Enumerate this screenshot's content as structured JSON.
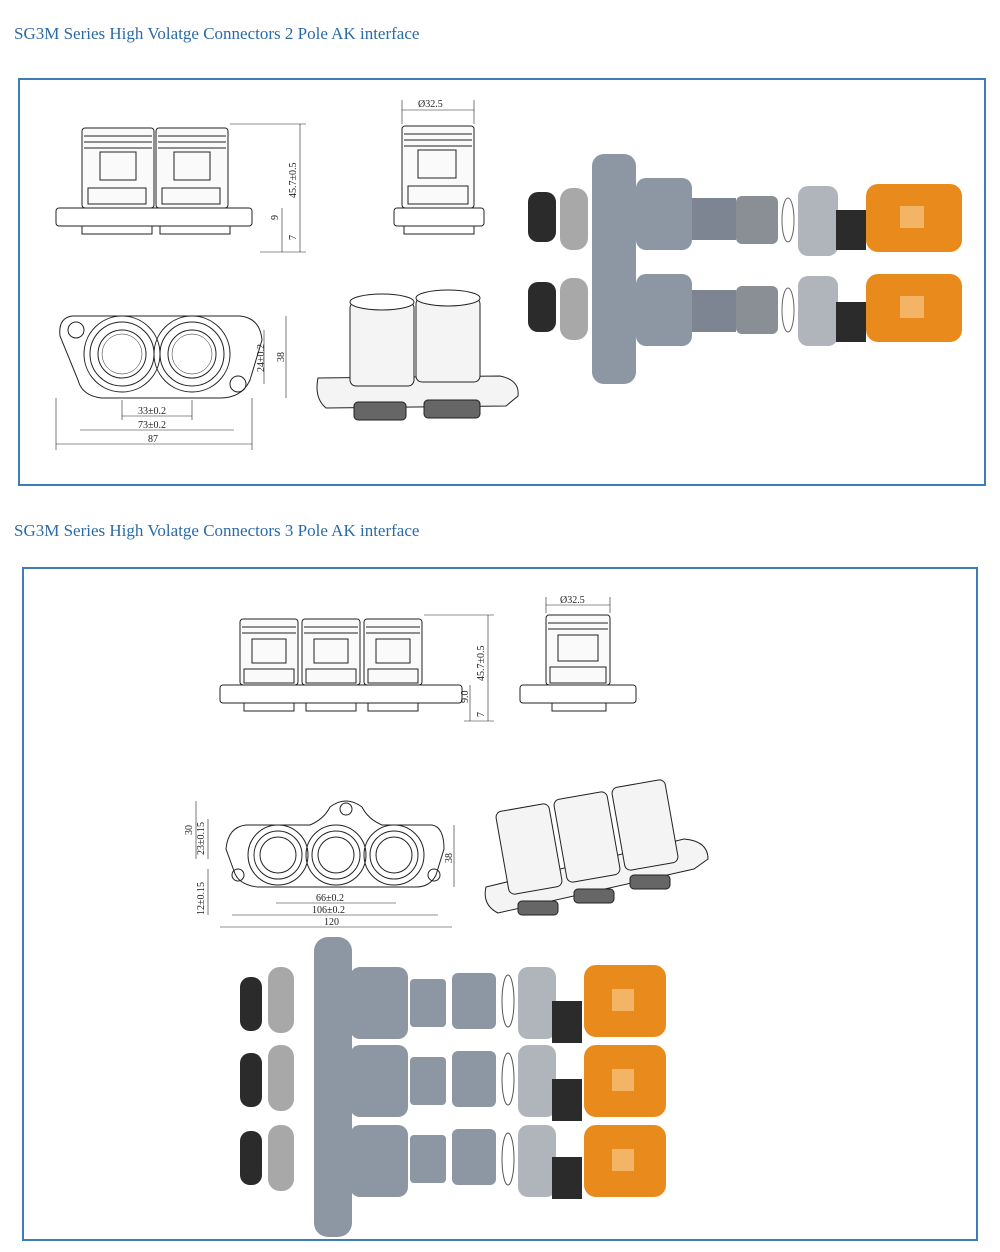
{
  "section1": {
    "title": "SG3M Series High Volatge Connectors 2 Pole AK interface",
    "dims": {
      "diameter": "Ø32.5",
      "height": "45.7±0.5",
      "h9": "9",
      "h7": "7",
      "w33": "33±0.2",
      "w73": "73±0.2",
      "w87": "87",
      "v24": "24±0.2",
      "v38": "38"
    }
  },
  "section2": {
    "title": "SG3M Series High Volatge Connectors 3 Pole AK interface",
    "dims": {
      "diameter": "Ø32.5",
      "height": "45.7±0.5",
      "h9": "9.0",
      "h7": "7",
      "w66": "66±0.2",
      "w106": "106±0.2",
      "w120": "120",
      "v30": "30",
      "v23": "23±0.15",
      "v12": "12±0.15",
      "v38": "38"
    }
  },
  "colors": {
    "title": "#2a6aa8",
    "frame": "#3d7cb8",
    "orange": "#e88b1c",
    "grey": "#8d96a3",
    "dark": "#2b2b2b"
  }
}
